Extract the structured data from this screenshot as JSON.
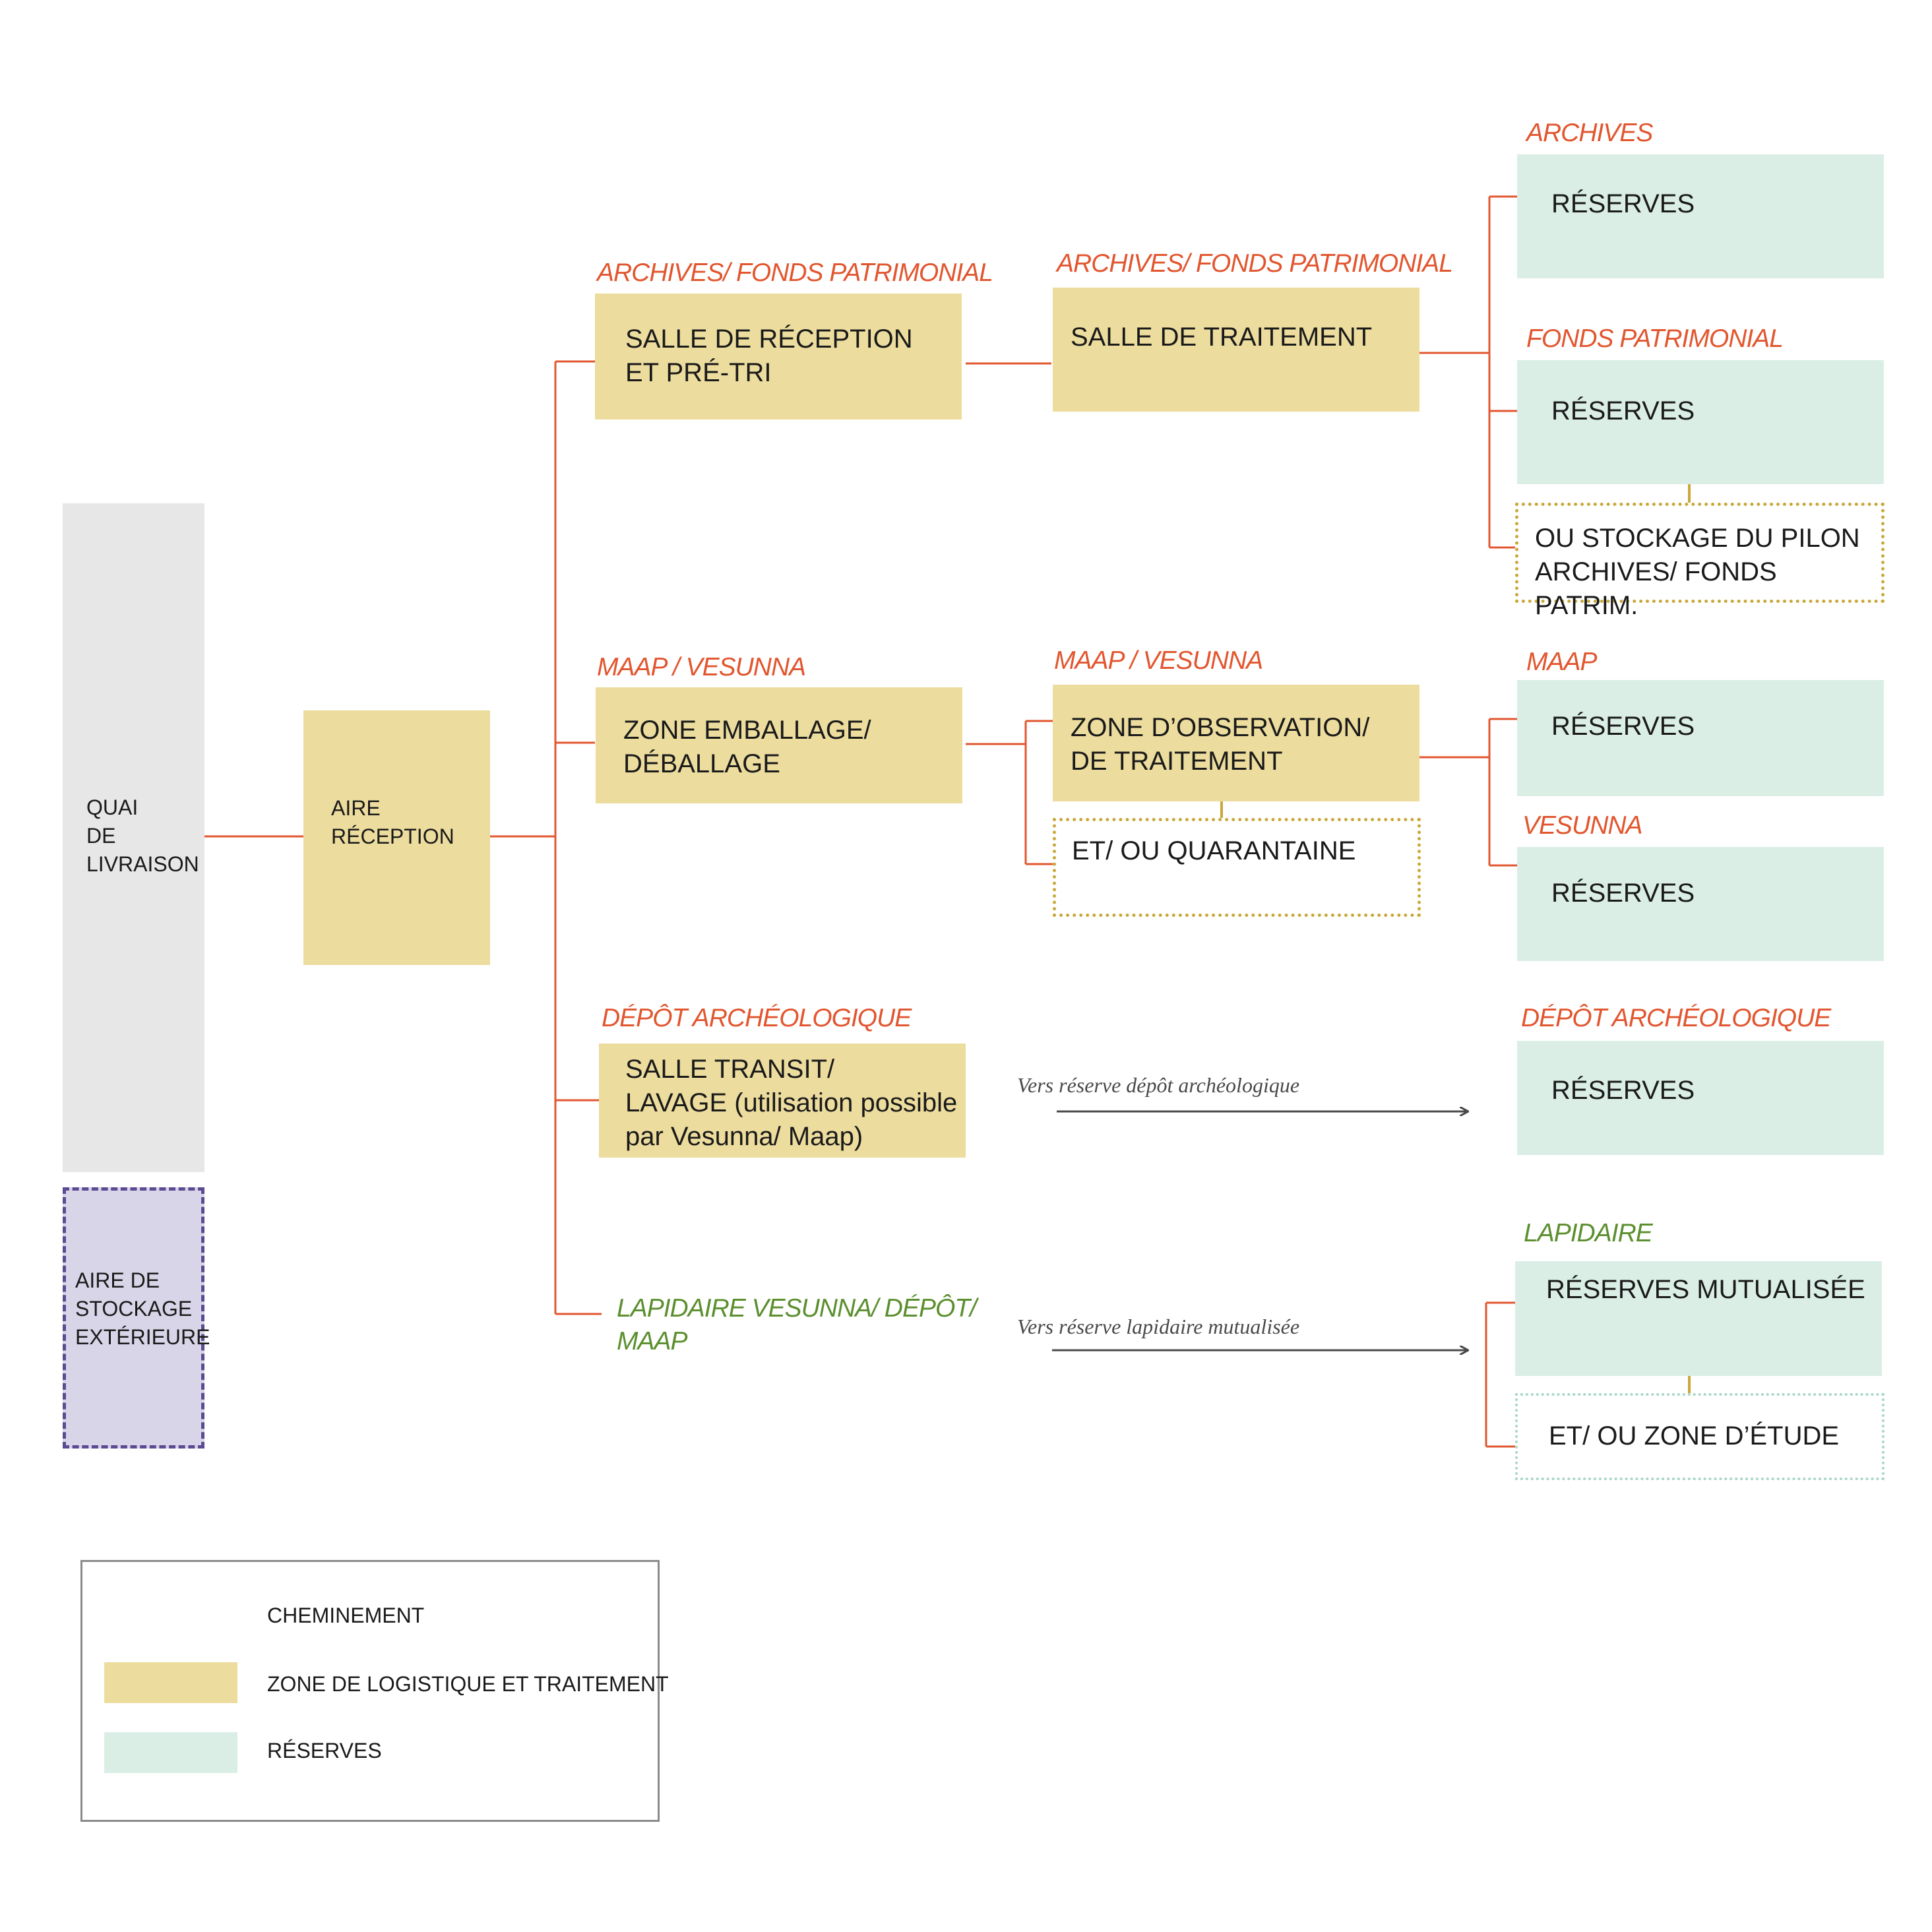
{
  "colors": {
    "route": "#e2562f",
    "logistics": "#ecdc9e",
    "reserves": "#daeee6",
    "exterior": "#d8d5e8",
    "exterior_border": "#5c4a93",
    "dotted_gold": "#c9a83a",
    "dotted_mint": "#a6d6c6",
    "grey": "#e7e7e7",
    "label_orange": "#e2562f",
    "label_green": "#5b8f2e",
    "arrow": "#4a4a4a"
  },
  "left": {
    "quai": [
      "QUAI",
      "DE",
      "LIVRAISON"
    ],
    "aire_stockage": [
      "AIRE DE",
      "STOCKAGE",
      "EXTÉRIEURE"
    ],
    "aire_reception": [
      "AIRE",
      "RÉCEPTION"
    ]
  },
  "col2": {
    "archives": {
      "label": "ARCHIVES/ FONDS PATRIMONIAL",
      "box": [
        "SALLE DE RÉCEPTION",
        "ET PRÉ-TRI"
      ]
    },
    "maap": {
      "label": "MAAP / VESUNNA",
      "box": [
        "ZONE EMBALLAGE/",
        "DÉBALLAGE"
      ]
    },
    "depot": {
      "label": "DÉPÔT ARCHÉOLOGIQUE",
      "box": [
        "SALLE TRANSIT/",
        "LAVAGE (utilisation possible",
        "par Vesunna/ Maap)"
      ]
    },
    "lapidaire": {
      "label": [
        "LAPIDAIRE VESUNNA/ DÉPÔT/",
        "MAAP"
      ]
    }
  },
  "col3": {
    "archives": {
      "label": "ARCHIVES/ FONDS PATRIMONIAL",
      "box": "SALLE DE TRAITEMENT"
    },
    "maap": {
      "label": "MAAP / VESUNNA",
      "box": [
        "ZONE D’OBSERVATION/",
        "DE TRAITEMENT"
      ],
      "quarantine": "ET/ OU QUARANTAINE"
    },
    "depot_note": "Vers réserve dépôt archéologique",
    "lapidaire_note": "Vers réserve lapidaire mutualisée"
  },
  "col4": {
    "archives": {
      "label": "ARCHIVES",
      "box": "RÉSERVES"
    },
    "fonds": {
      "label": "FONDS PATRIMONIAL",
      "box": "RÉSERVES"
    },
    "pilon": [
      "OU STOCKAGE DU PILON",
      "ARCHIVES/ FONDS PATRIM."
    ],
    "maap": {
      "label": "MAAP",
      "box": "RÉSERVES"
    },
    "vesunna": {
      "label": "VESUNNA",
      "box": "RÉSERVES"
    },
    "depot": {
      "label": "DÉPÔT ARCHÉOLOGIQUE",
      "box": "RÉSERVES"
    },
    "lapidaire": {
      "label": "LAPIDAIRE",
      "box": "RÉSERVES MUTUALISÉE",
      "etude": "ET/ OU ZONE D’ÉTUDE"
    }
  },
  "legend": {
    "route": "CHEMINEMENT",
    "logistics": "ZONE DE LOGISTIQUE ET TRAITEMENT",
    "reserves": "RÉSERVES"
  }
}
